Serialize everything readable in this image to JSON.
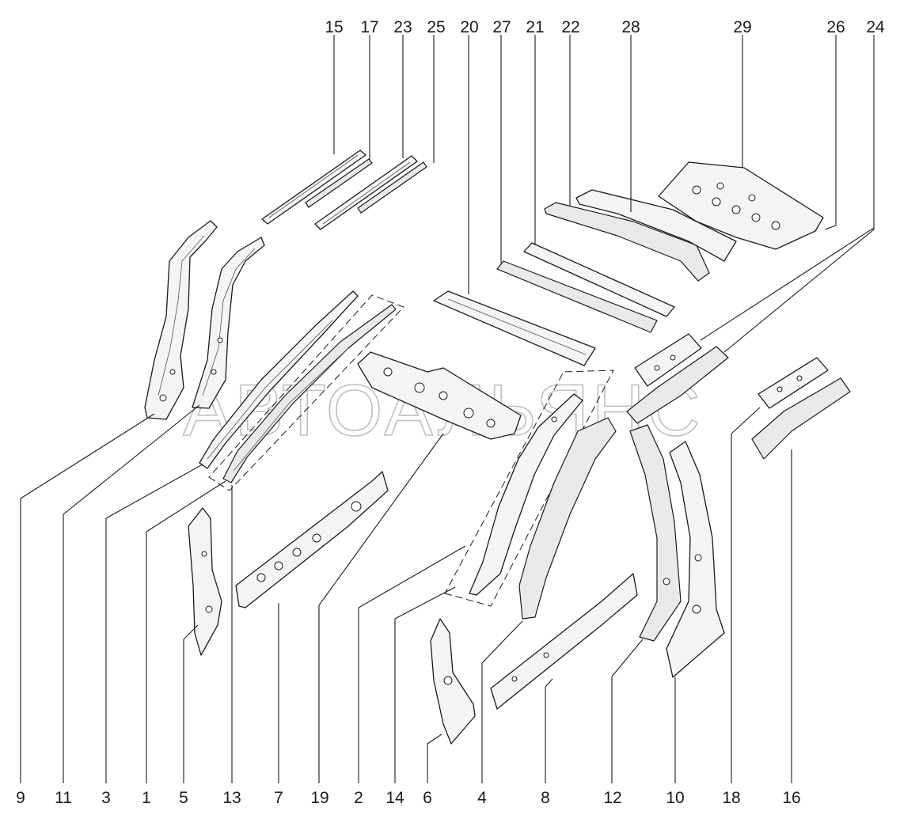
{
  "diagram": {
    "watermark": "АВТОАЛЬЯНС",
    "labels_top": [
      "15",
      "17",
      "23",
      "25",
      "20",
      "27",
      "21",
      "22",
      "28",
      "29",
      "26",
      "24"
    ],
    "labels_bottom": [
      "9",
      "11",
      "3",
      "1",
      "5",
      "13",
      "7",
      "19",
      "2",
      "14",
      "6",
      "4",
      "8",
      "12",
      "10",
      "18",
      "16"
    ],
    "colors": {
      "line": "#1a1a1a",
      "fill": "#f4f4f4",
      "watermark": "#8a8a8a"
    }
  }
}
